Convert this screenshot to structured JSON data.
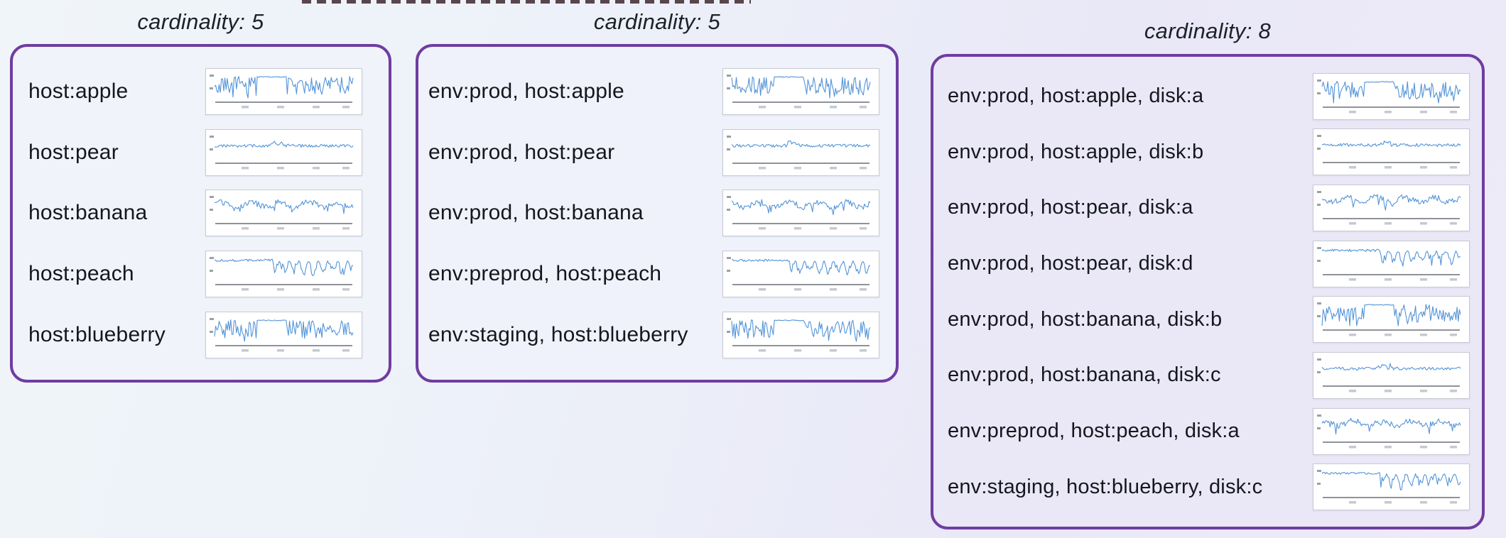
{
  "colors": {
    "panel_border": "#6f3da0",
    "panel_fill_light": "#f0f3fa",
    "panel_fill_lavender": "#eae7f7",
    "sparkline_line": "#4a8ed6",
    "sparkline_axis": "#6a6f76",
    "title_text": "#1c2127",
    "label_text": "#14181e",
    "cropped_strip": "#3f282e"
  },
  "diagram": {
    "groups": [
      {
        "title": "cardinality: 5",
        "rows": [
          {
            "label": "host:apple",
            "sparkline": "noisy-plateau"
          },
          {
            "label": "host:pear",
            "sparkline": "calm"
          },
          {
            "label": "host:banana",
            "sparkline": "wavy"
          },
          {
            "label": "host:peach",
            "sparkline": "plateau-dips"
          },
          {
            "label": "host:blueberry",
            "sparkline": "noisy-plateau"
          }
        ]
      },
      {
        "title": "cardinality: 5",
        "rows": [
          {
            "label": "env:prod, host:apple",
            "sparkline": "noisy-plateau"
          },
          {
            "label": "env:prod, host:pear",
            "sparkline": "calm"
          },
          {
            "label": "env:prod, host:banana",
            "sparkline": "wavy"
          },
          {
            "label": "env:preprod, host:peach",
            "sparkline": "plateau-dips"
          },
          {
            "label": "env:staging, host:blueberry",
            "sparkline": "noisy-plateau"
          }
        ]
      },
      {
        "title": "cardinality: 8",
        "rows": [
          {
            "label": "env:prod, host:apple, disk:a",
            "sparkline": "noisy-plateau"
          },
          {
            "label": "env:prod, host:apple, disk:b",
            "sparkline": "calm"
          },
          {
            "label": "env:prod, host:pear, disk:a",
            "sparkline": "wavy"
          },
          {
            "label": "env:prod, host:pear, disk:d",
            "sparkline": "plateau-dips"
          },
          {
            "label": "env:prod, host:banana, disk:b",
            "sparkline": "noisy-plateau"
          },
          {
            "label": "env:prod, host:banana, disk:c",
            "sparkline": "calm"
          },
          {
            "label": "env:preprod, host:peach, disk:a",
            "sparkline": "wavy"
          },
          {
            "label": "env:staging, host:blueberry, disk:c",
            "sparkline": "plateau-dips"
          }
        ]
      }
    ]
  }
}
